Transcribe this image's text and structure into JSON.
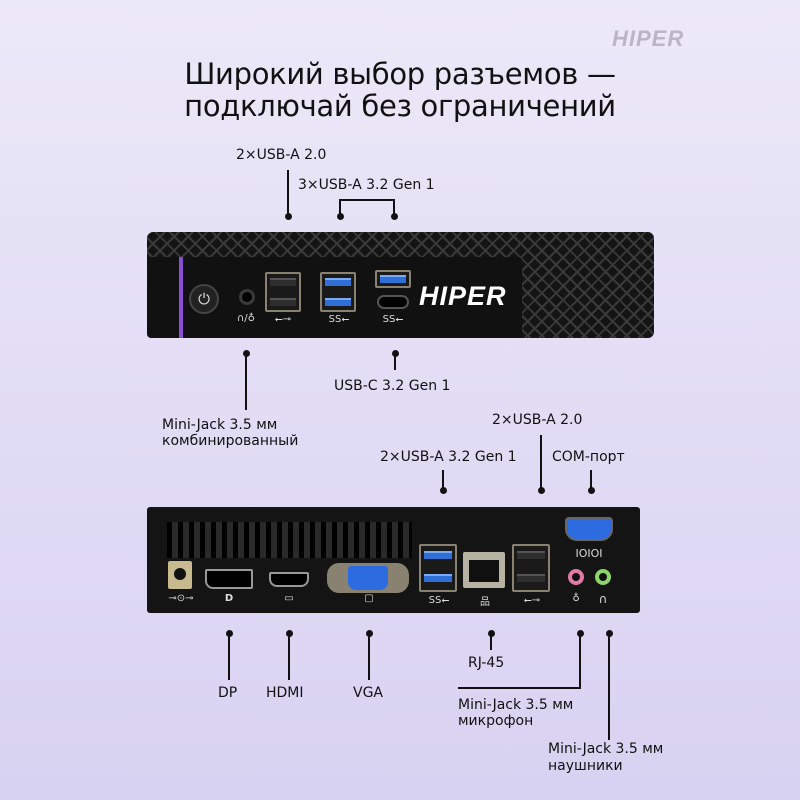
{
  "brand": "HIPER",
  "title": [
    "Широкий выбор разъемов —",
    "подключай без ограничений"
  ],
  "front": {
    "labels": {
      "usb2": "2×USB-A 2.0",
      "usb3": "3×USB-A 3.2 Gen 1",
      "usbc": "USB-C 3.2 Gen 1",
      "minijack": [
        "Mini-Jack 3.5 мм",
        "комбинированный"
      ]
    },
    "device_logo": "HIPER"
  },
  "rear": {
    "labels": {
      "usb2": "2×USB-A 2.0",
      "usb3": "2×USB-A 3.2 Gen 1",
      "com": "COM-порт",
      "dp": "DP",
      "hdmi": "HDMI",
      "vga": "VGA",
      "rj45": "RJ-45",
      "mic": [
        "Mini-Jack 3.5 мм",
        "микрофон"
      ],
      "headphones": [
        "Mini-Jack 3.5 мм",
        "наушники"
      ]
    },
    "com_marking": "IOIOI"
  },
  "colors": {
    "accent": "#8b4fd6",
    "usb3_blue": "#2f6fd6",
    "vga_blue": "#2d6be0",
    "mic_pink": "#e27aa8",
    "audio_green": "#8fd46a"
  }
}
